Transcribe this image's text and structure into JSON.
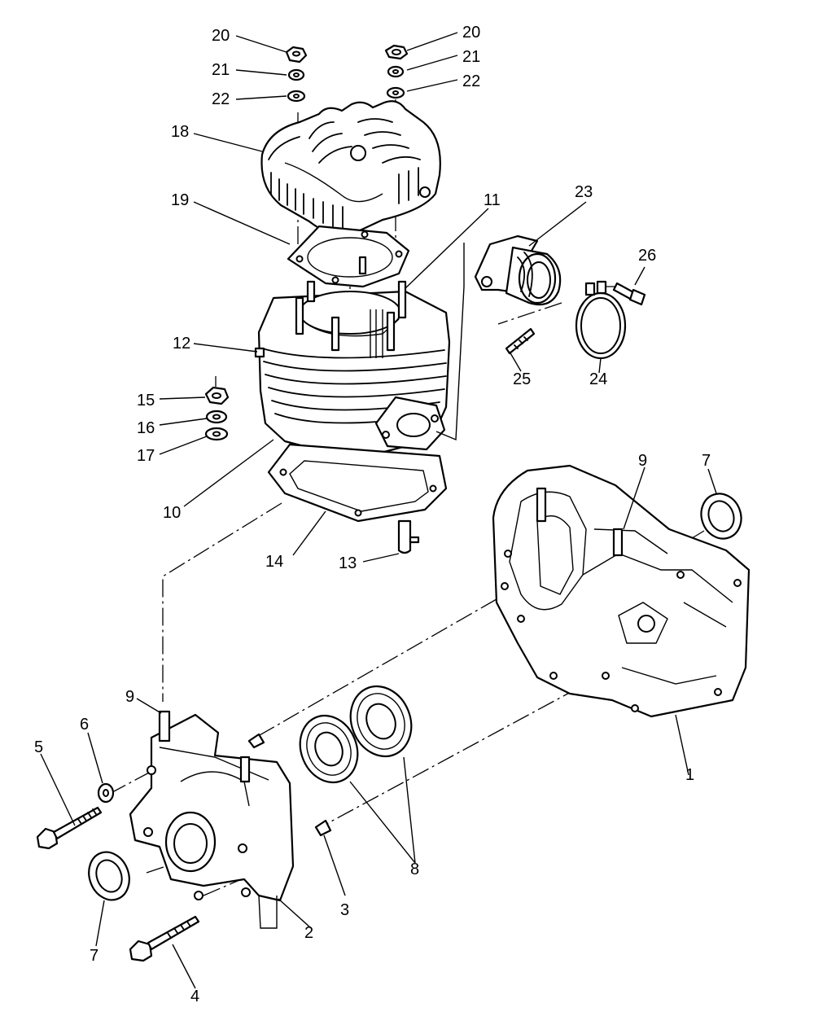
{
  "callouts": [
    {
      "id": "c20a",
      "label": "20"
    },
    {
      "id": "c21a",
      "label": "21"
    },
    {
      "id": "c22a",
      "label": "22"
    },
    {
      "id": "c20b",
      "label": "20"
    },
    {
      "id": "c21b",
      "label": "21"
    },
    {
      "id": "c22b",
      "label": "22"
    },
    {
      "id": "c18",
      "label": "18"
    },
    {
      "id": "c19",
      "label": "19"
    },
    {
      "id": "c11",
      "label": "11"
    },
    {
      "id": "c23",
      "label": "23"
    },
    {
      "id": "c26",
      "label": "26"
    },
    {
      "id": "c25",
      "label": "25"
    },
    {
      "id": "c24",
      "label": "24"
    },
    {
      "id": "c12",
      "label": "12"
    },
    {
      "id": "c15",
      "label": "15"
    },
    {
      "id": "c16",
      "label": "16"
    },
    {
      "id": "c17",
      "label": "17"
    },
    {
      "id": "c10",
      "label": "10"
    },
    {
      "id": "c14",
      "label": "14"
    },
    {
      "id": "c13",
      "label": "13"
    },
    {
      "id": "c9a",
      "label": "9"
    },
    {
      "id": "c7a",
      "label": "7"
    },
    {
      "id": "c1",
      "label": "1"
    },
    {
      "id": "c9b",
      "label": "9"
    },
    {
      "id": "c6",
      "label": "6"
    },
    {
      "id": "c5",
      "label": "5"
    },
    {
      "id": "c8",
      "label": "8"
    },
    {
      "id": "c3",
      "label": "3"
    },
    {
      "id": "c2",
      "label": "2"
    },
    {
      "id": "c7b",
      "label": "7"
    },
    {
      "id": "c4",
      "label": "4"
    }
  ]
}
